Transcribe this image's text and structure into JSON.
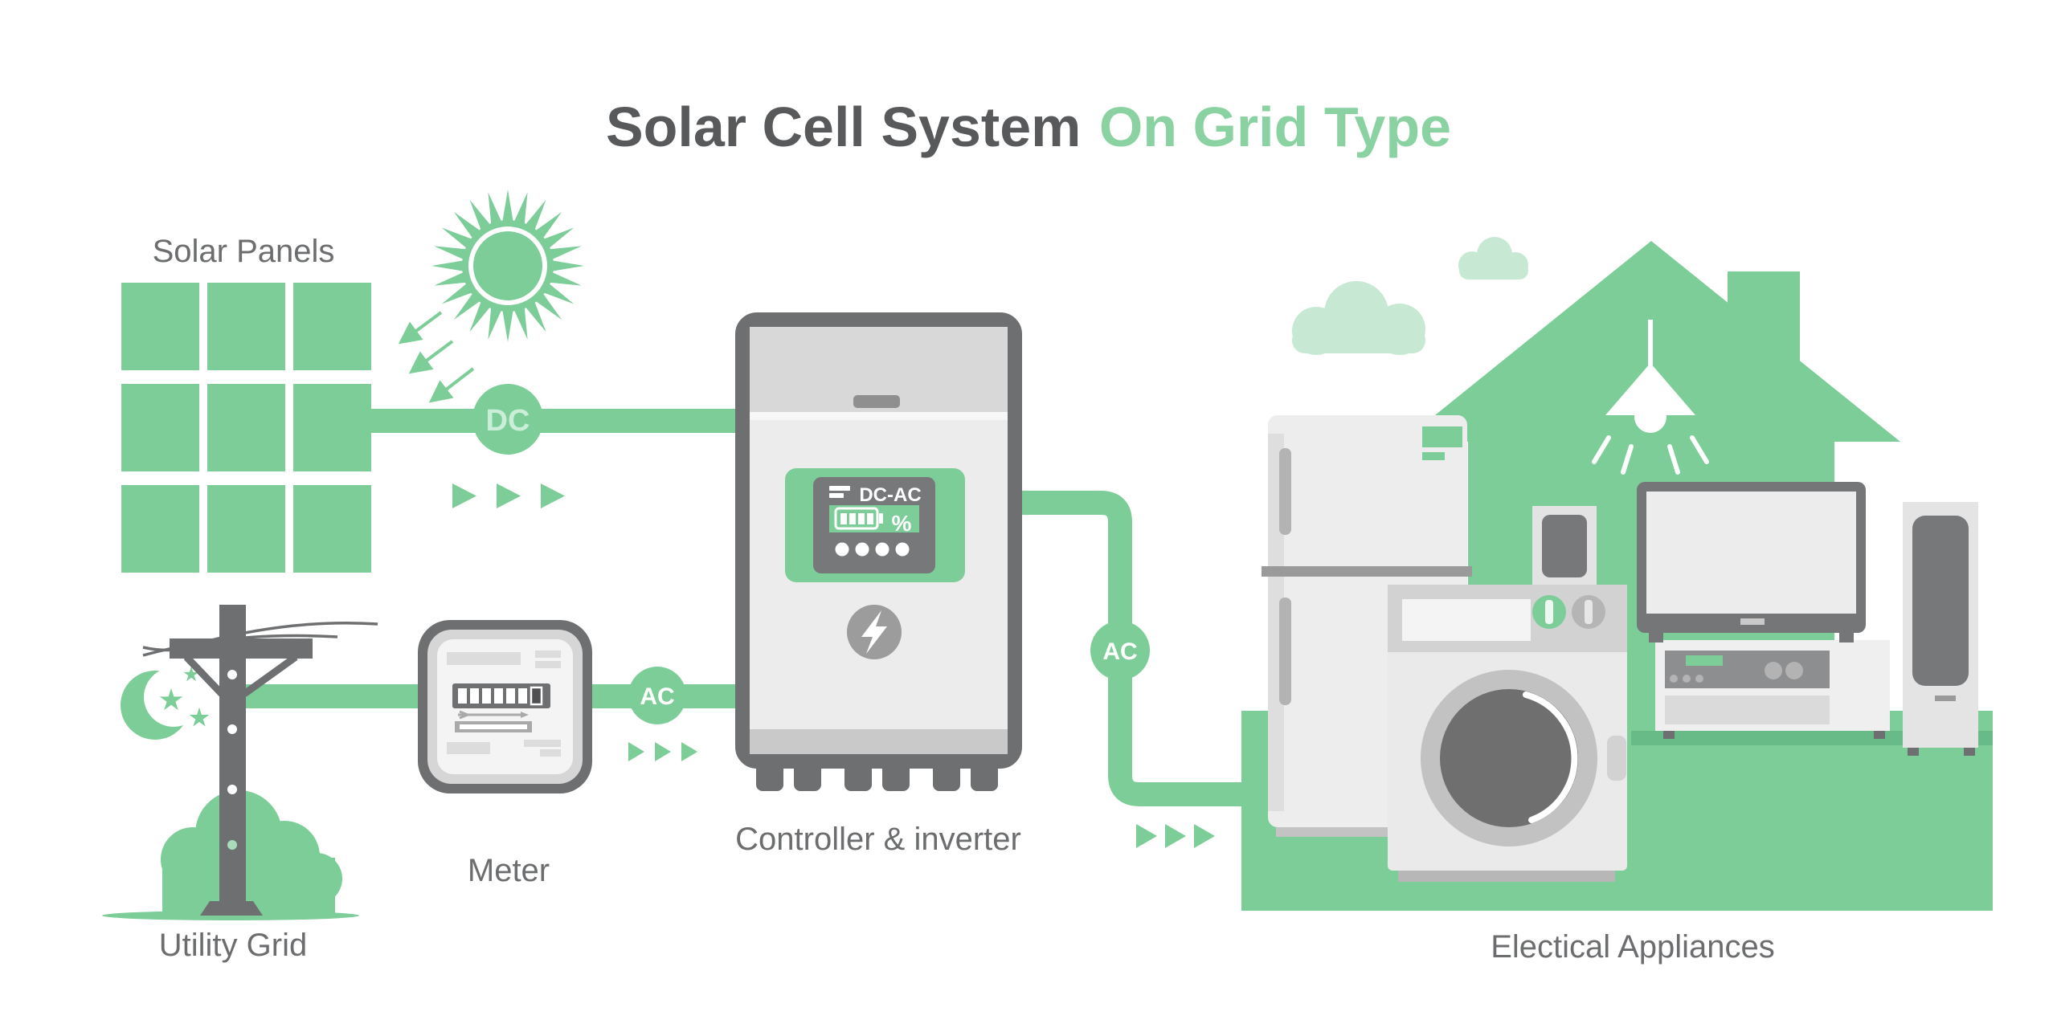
{
  "title": {
    "main": "Solar Cell System",
    "accent": "On Grid Type"
  },
  "labels": {
    "solar_panels": "Solar Panels",
    "utility_grid": "Utility Grid",
    "meter": "Meter",
    "controller_inverter": "Controller & inverter",
    "electrical_appliances": "Electical Appliances"
  },
  "badges": {
    "dc": "DC",
    "ac": "AC"
  },
  "inverter": {
    "screen_title": "DC-AC",
    "percent_symbol": "%"
  },
  "colors": {
    "green": "#7dcd99",
    "green_title": "#8ad2a1",
    "green_pale_text": "#cbeed9",
    "green_cloud": "#c7e9d3",
    "dark_gray": "#6e6f71",
    "title_gray": "#58595b",
    "label_gray": "#6c6d6f",
    "appliance_light": "#ededed"
  }
}
